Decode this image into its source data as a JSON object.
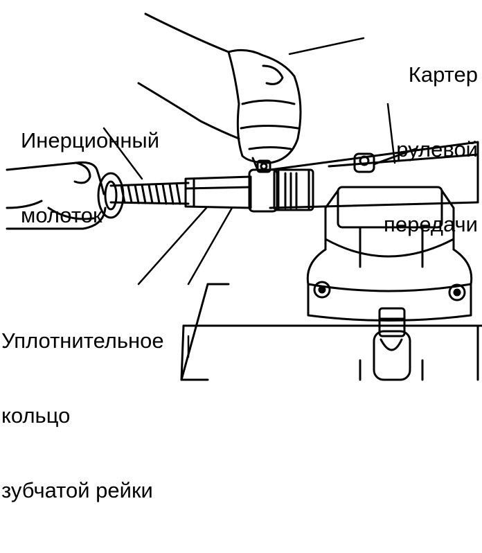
{
  "labels": {
    "steering_gear_case": [
      "Картер",
      "рулевой",
      "передачи"
    ],
    "inertia_hammer": [
      "Инерционный",
      "молоток"
    ],
    "rack_seal": [
      "Уплотнительное",
      "кольцо",
      "зубчатой рейки"
    ]
  },
  "colors": {
    "ink": "#000000",
    "paper": "#ffffff"
  }
}
